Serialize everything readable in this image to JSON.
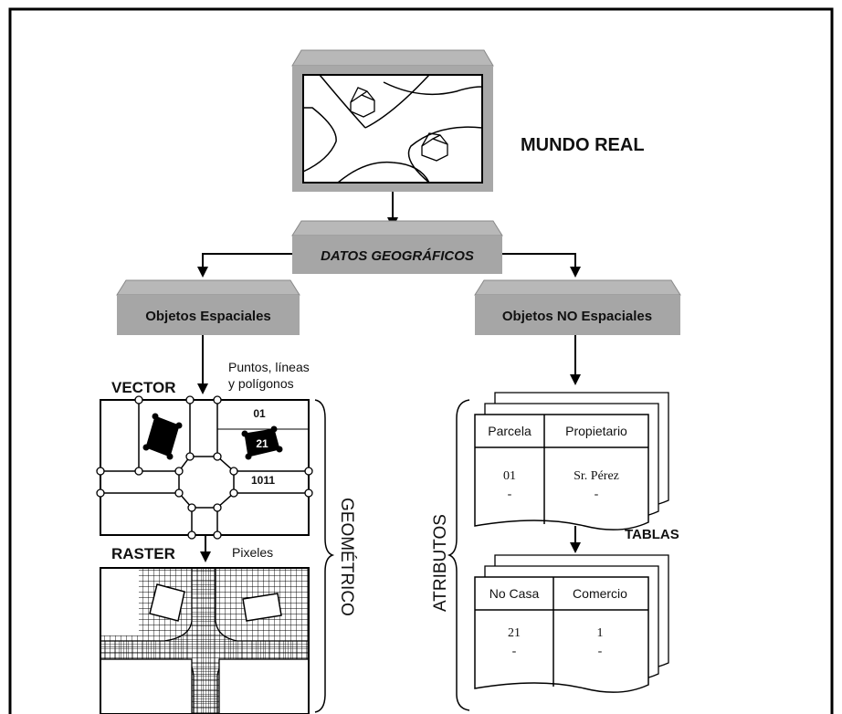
{
  "mundo_real": {
    "label": "MUNDO REAL"
  },
  "datos_geograficos": {
    "label": "DATOS GEOGRÁFICOS"
  },
  "objetos_espaciales": {
    "label": "Objetos Espaciales"
  },
  "objetos_no_espaciales": {
    "label": "Objetos NO Espaciales"
  },
  "vector": {
    "label": "VECTOR",
    "note_line1": "Puntos, líneas",
    "note_line2": "y polígonos",
    "parcel_labels": [
      "01",
      "21",
      "1011"
    ]
  },
  "raster": {
    "label": "RASTER",
    "note": "Pixeles"
  },
  "geometrico": {
    "label": "GEOMÉTRICO"
  },
  "atributos": {
    "label": "ATRIBUTOS"
  },
  "tablas": {
    "label": "TABLAS"
  },
  "table1": {
    "headers": [
      "Parcela",
      "Propietario"
    ],
    "row": [
      "01",
      "Sr. Pérez"
    ],
    "row2": [
      "-",
      "-"
    ]
  },
  "table2": {
    "headers": [
      "No Casa",
      "Comercio"
    ],
    "row": [
      "21",
      "1"
    ],
    "row2": [
      "-",
      "-"
    ]
  },
  "colors": {
    "box_gray": "#a6a6a6",
    "box_top": "#c4c4c4",
    "box_dark": "#6a6a6a",
    "line": "#000000"
  }
}
